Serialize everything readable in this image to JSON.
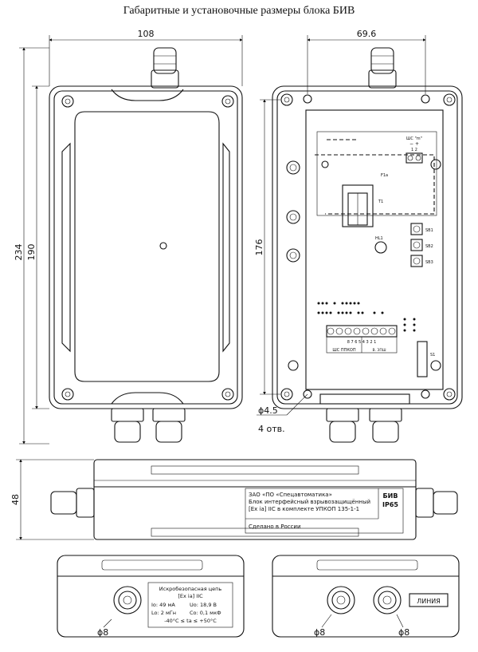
{
  "title": "Габаритные и установочные размеры блока БИВ",
  "dimensions": {
    "width_left": "108",
    "width_right": "69.6",
    "height_total": "234",
    "height_inner": "190",
    "height_mount": "176",
    "depth": "48",
    "hole_diameter": "ϕ4.5",
    "hole_count": "4 отв.",
    "gland_left": "ϕ8",
    "gland_right_1": "ϕ8",
    "gland_right_2": "ϕ8"
  },
  "board": {
    "jumper_header": "ШС \"m\"",
    "jumper_signs": "−  +",
    "jumper_pins": "1    2",
    "fuse_label": "F1а",
    "transformer_label": "T1",
    "led_label": "HL1",
    "button1": "SB1",
    "button2": "SB2",
    "button3": "SB3",
    "switch_label": "S1",
    "terminal_numbers": "8  7  6  5  4  3  2  1",
    "terminal_left_label": "ШС ППКОП",
    "terminal_right_label": "В. ЗПШ"
  },
  "nameplate": {
    "line1": "ЗАО «ПО «Спецавтоматика»",
    "line2": "Блок интерфейсный взрывозащищённый",
    "line3": "[Ex ia] IIC в комплекте УПКОП 135-1-1",
    "line4": "Сделано в России",
    "model": "БИВ",
    "ip": "IP65"
  },
  "safety_plate": {
    "line1": "Искробезопасная цепь",
    "line2": "[Ex ia] IIC",
    "line3a": "Io: 49 мА",
    "line3b": "Uo: 18,9 В",
    "line4a": "Lo: 2 мГн",
    "line4b": "Co: 0,1 мкФ",
    "line5": "-40°C ≤ ta ≤ +50°C"
  },
  "line_label": "ЛИНИЯ"
}
